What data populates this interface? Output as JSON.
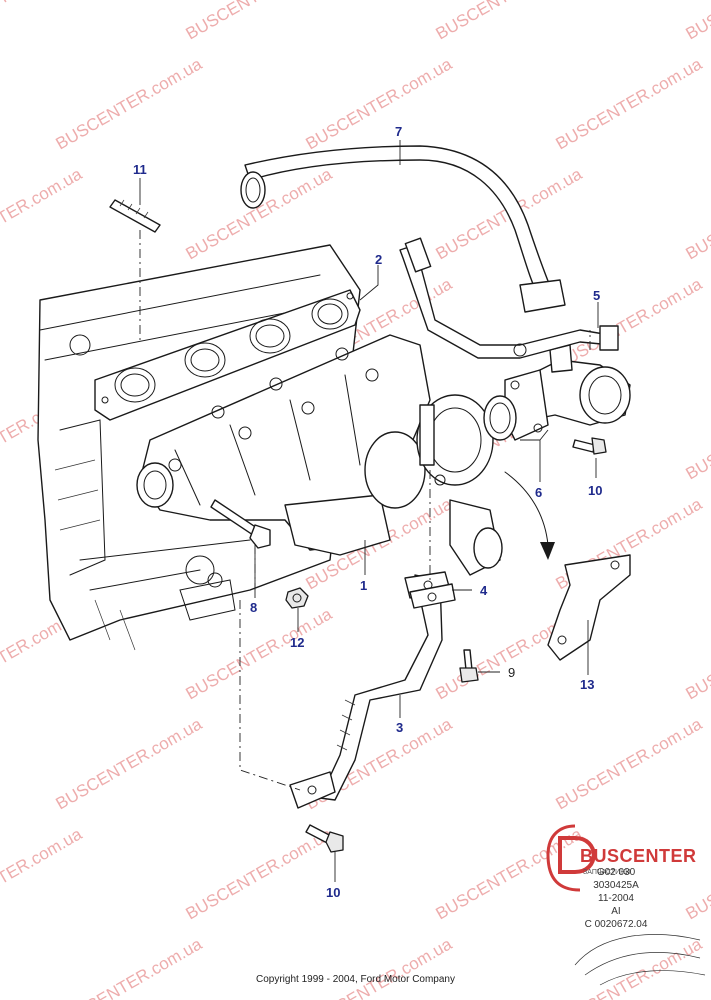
{
  "watermark": {
    "brand": "BUSCENTER",
    "domain": ".com.ua"
  },
  "callouts": [
    {
      "id": "c1",
      "label": "1"
    },
    {
      "id": "c2",
      "label": "2"
    },
    {
      "id": "c3",
      "label": "3"
    },
    {
      "id": "c4",
      "label": "4"
    },
    {
      "id": "c5",
      "label": "5"
    },
    {
      "id": "c6",
      "label": "6"
    },
    {
      "id": "c7",
      "label": "7"
    },
    {
      "id": "c8",
      "label": "8"
    },
    {
      "id": "c9",
      "label": "9"
    },
    {
      "id": "c10a",
      "label": "10"
    },
    {
      "id": "c10b",
      "label": "10"
    },
    {
      "id": "c11",
      "label": "11"
    },
    {
      "id": "c12",
      "label": "12"
    },
    {
      "id": "c13",
      "label": "13"
    }
  ],
  "brand_logo": {
    "name": "BUSCENTER",
    "tagline": "ЗАПЧАСТИНИ"
  },
  "reference": {
    "line1": "G02 030",
    "line2": "3030425A",
    "line3": "11-2004",
    "line4": "AI",
    "line5": "C 0020672.04"
  },
  "copyright": "Copyright 1999 - 2004, Ford Motor Company",
  "colors": {
    "callout": "#1f2a8c",
    "watermark": "#e06a6a",
    "brand": "#d03a3a"
  }
}
